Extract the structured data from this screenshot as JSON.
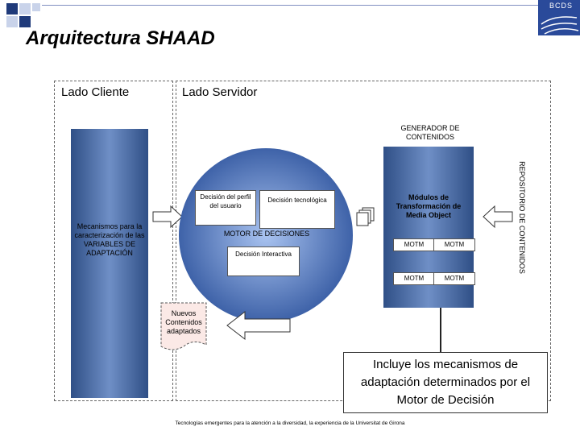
{
  "title": "Arquitectura SHAAD",
  "logo_text": "BCDS",
  "client_label": "Lado Cliente",
  "server_label": "Lado Servidor",
  "client_mechanisms": "Mecanismos para la caracterización de las VARIABLES DE ADAPTACIÓN",
  "generator": "GENERADOR DE CONTENIDOS",
  "repository": "REPOSITORIO DE CONTENIDOS",
  "decision_profile": "Decisión del perfil del usuario",
  "decision_tech": "Decisión tecnológica",
  "engine": "MOTOR DE DECISIONES",
  "decision_interactive": "Decisión Interactiva",
  "modules": "Módulos de Transformación de Media Object",
  "motm": [
    "MOTM",
    "MOTM",
    "MOTM",
    "MOTM"
  ],
  "new_content": "Nuevos Contenidos adaptados",
  "callout": "Incluye los mecanismos de adaptación determinados por el Motor de Decisión",
  "footer": "Tecnologías emergentes para la atención a la diversidad, la experiencia de la Universitat de Girona",
  "colors": {
    "accent": "#2f4f86",
    "light": "#8fb0e0",
    "square_dark": "#1f3a7a",
    "square_light": "#c9d3ea"
  }
}
